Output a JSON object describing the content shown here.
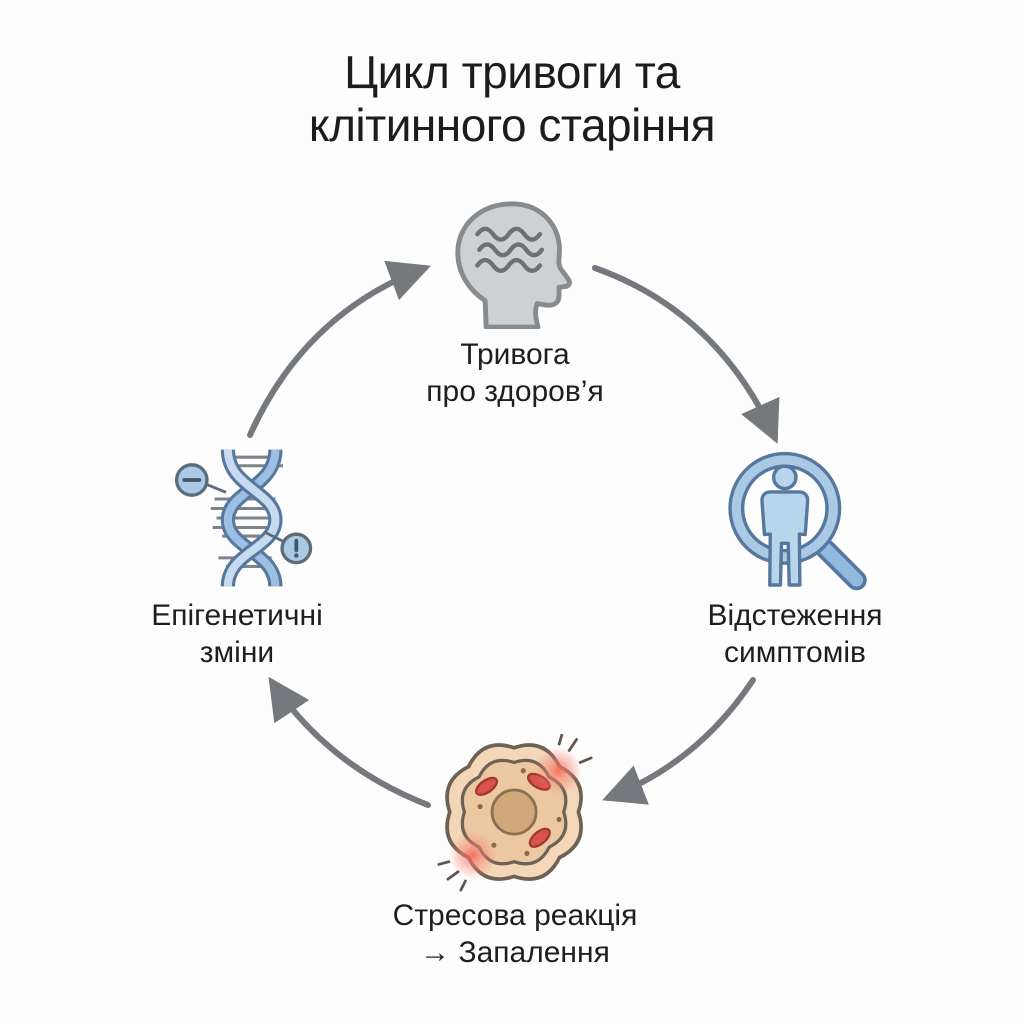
{
  "title": {
    "line1": "Цикл тривоги та",
    "line2": "клітинного старіння"
  },
  "cycle": {
    "direction": "clockwise",
    "top": {
      "line1": "Тривога",
      "line2": "про здоров’я",
      "icon": "anxious-head-icon"
    },
    "right": {
      "line1": "Відстеження",
      "line2": "симптомів",
      "icon": "magnifier-person-icon"
    },
    "bottom": {
      "line1": "Стресова реакція",
      "line2": "→ Запалення",
      "icon": "inflamed-cell-icon"
    },
    "left": {
      "line1": "Епігенетичні",
      "line2": "зміни",
      "icon": "dna-epigenetics-icon"
    }
  },
  "colors": {
    "text": "#1d1d1f",
    "arrow": "#75797d",
    "icon_blue_outline": "#56779e",
    "icon_blue_fill": "#a9c9e4",
    "head_gray_fill": "#cdd1d4",
    "head_gray_outline": "#868b90",
    "cell_body": "#f3d7b8",
    "cell_nucleus": "#d0a87a",
    "organelle_red": "#d9534a",
    "inflammation_red": "#f5604f"
  }
}
